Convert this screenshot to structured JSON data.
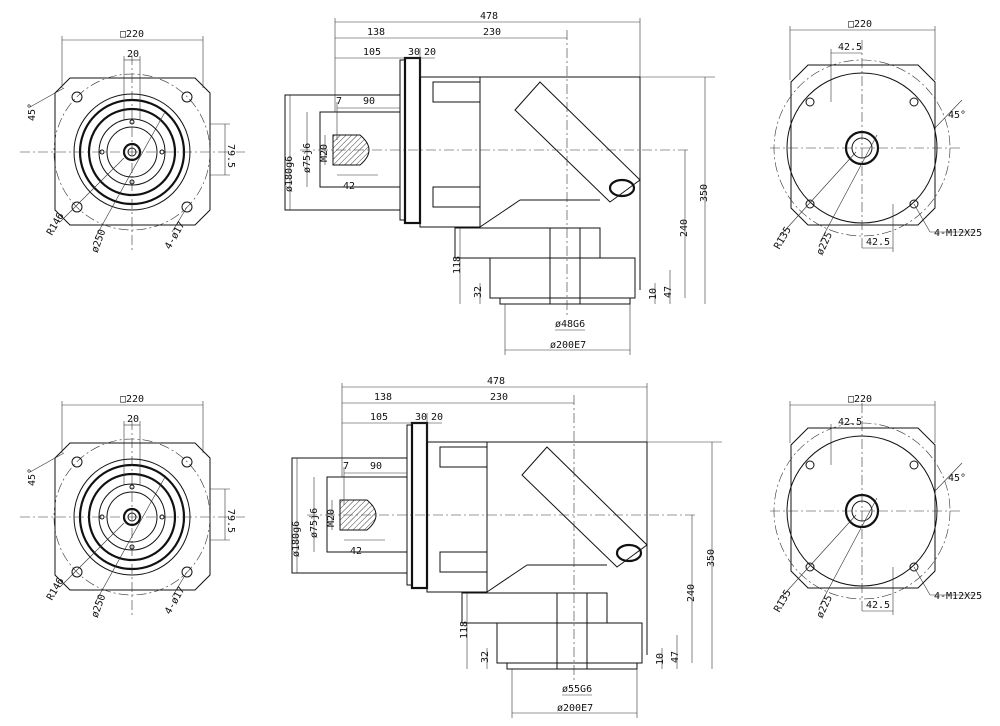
{
  "colors": {
    "line": "#111111",
    "background": "#ffffff"
  },
  "views": [
    {
      "front": {
        "square": "□220",
        "offset": "20",
        "angle": "45°",
        "height": "79.5",
        "radius": "R146",
        "diameter": "ø250",
        "holes": "4-ø17"
      },
      "side": {
        "overall": "478",
        "d138": "138",
        "d230": "230",
        "d105": "105",
        "d30": "30",
        "d20": "20",
        "d7": "7",
        "d90": "90",
        "flange": "ø180g6",
        "shaft": "ø75j6",
        "thread": "M20",
        "d42": "42",
        "d350": "350",
        "d240": "240",
        "d118": "118",
        "d32": "32",
        "d10": "10",
        "d47": "47",
        "bore": "ø48G6",
        "pilot": "ø200E7"
      },
      "rear": {
        "square": "□220",
        "top": "42.5",
        "angle": "45°",
        "radius": "R135",
        "diameter": "ø225",
        "bottom": "42.5",
        "holes": "4-M12X25"
      }
    },
    {
      "front": {
        "square": "□220",
        "offset": "20",
        "angle": "45°",
        "height": "79.5",
        "radius": "R146",
        "diameter": "ø250",
        "holes": "4-ø17"
      },
      "side": {
        "overall": "478",
        "d138": "138",
        "d230": "230",
        "d105": "105",
        "d30": "30",
        "d20": "20",
        "d7": "7",
        "d90": "90",
        "flange": "ø180g6",
        "shaft": "ø75j6",
        "thread": "M20",
        "d42": "42",
        "d350": "350",
        "d240": "240",
        "d118": "118",
        "d32": "32",
        "d10": "10",
        "d47": "47",
        "bore": "ø55G6",
        "pilot": "ø200E7"
      },
      "rear": {
        "square": "□220",
        "top": "42.5",
        "angle": "45°",
        "radius": "R135",
        "diameter": "ø225",
        "bottom": "42.5",
        "holes": "4-M12X25"
      }
    }
  ]
}
